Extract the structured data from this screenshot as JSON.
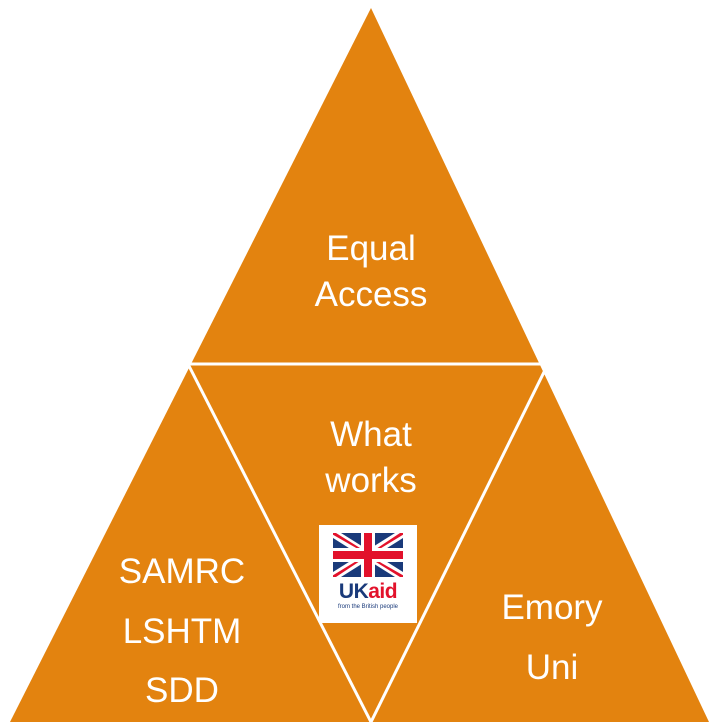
{
  "colors": {
    "fill": "#e3830f",
    "divider": "#ffffff",
    "text": "#ffffff"
  },
  "triangles": {
    "top": {
      "lines": [
        "Equal",
        "Access"
      ]
    },
    "center": {
      "lines": [
        "What",
        "works"
      ]
    },
    "left": {
      "lines": [
        "SAMRC",
        "LSHTM",
        "SDD"
      ]
    },
    "right": {
      "lines": [
        "Emory",
        "Uni"
      ]
    }
  },
  "logo": {
    "icon": "union-jack-flag-icon",
    "uk": "UK",
    "aid": "aid",
    "tagline": "from the British people"
  }
}
